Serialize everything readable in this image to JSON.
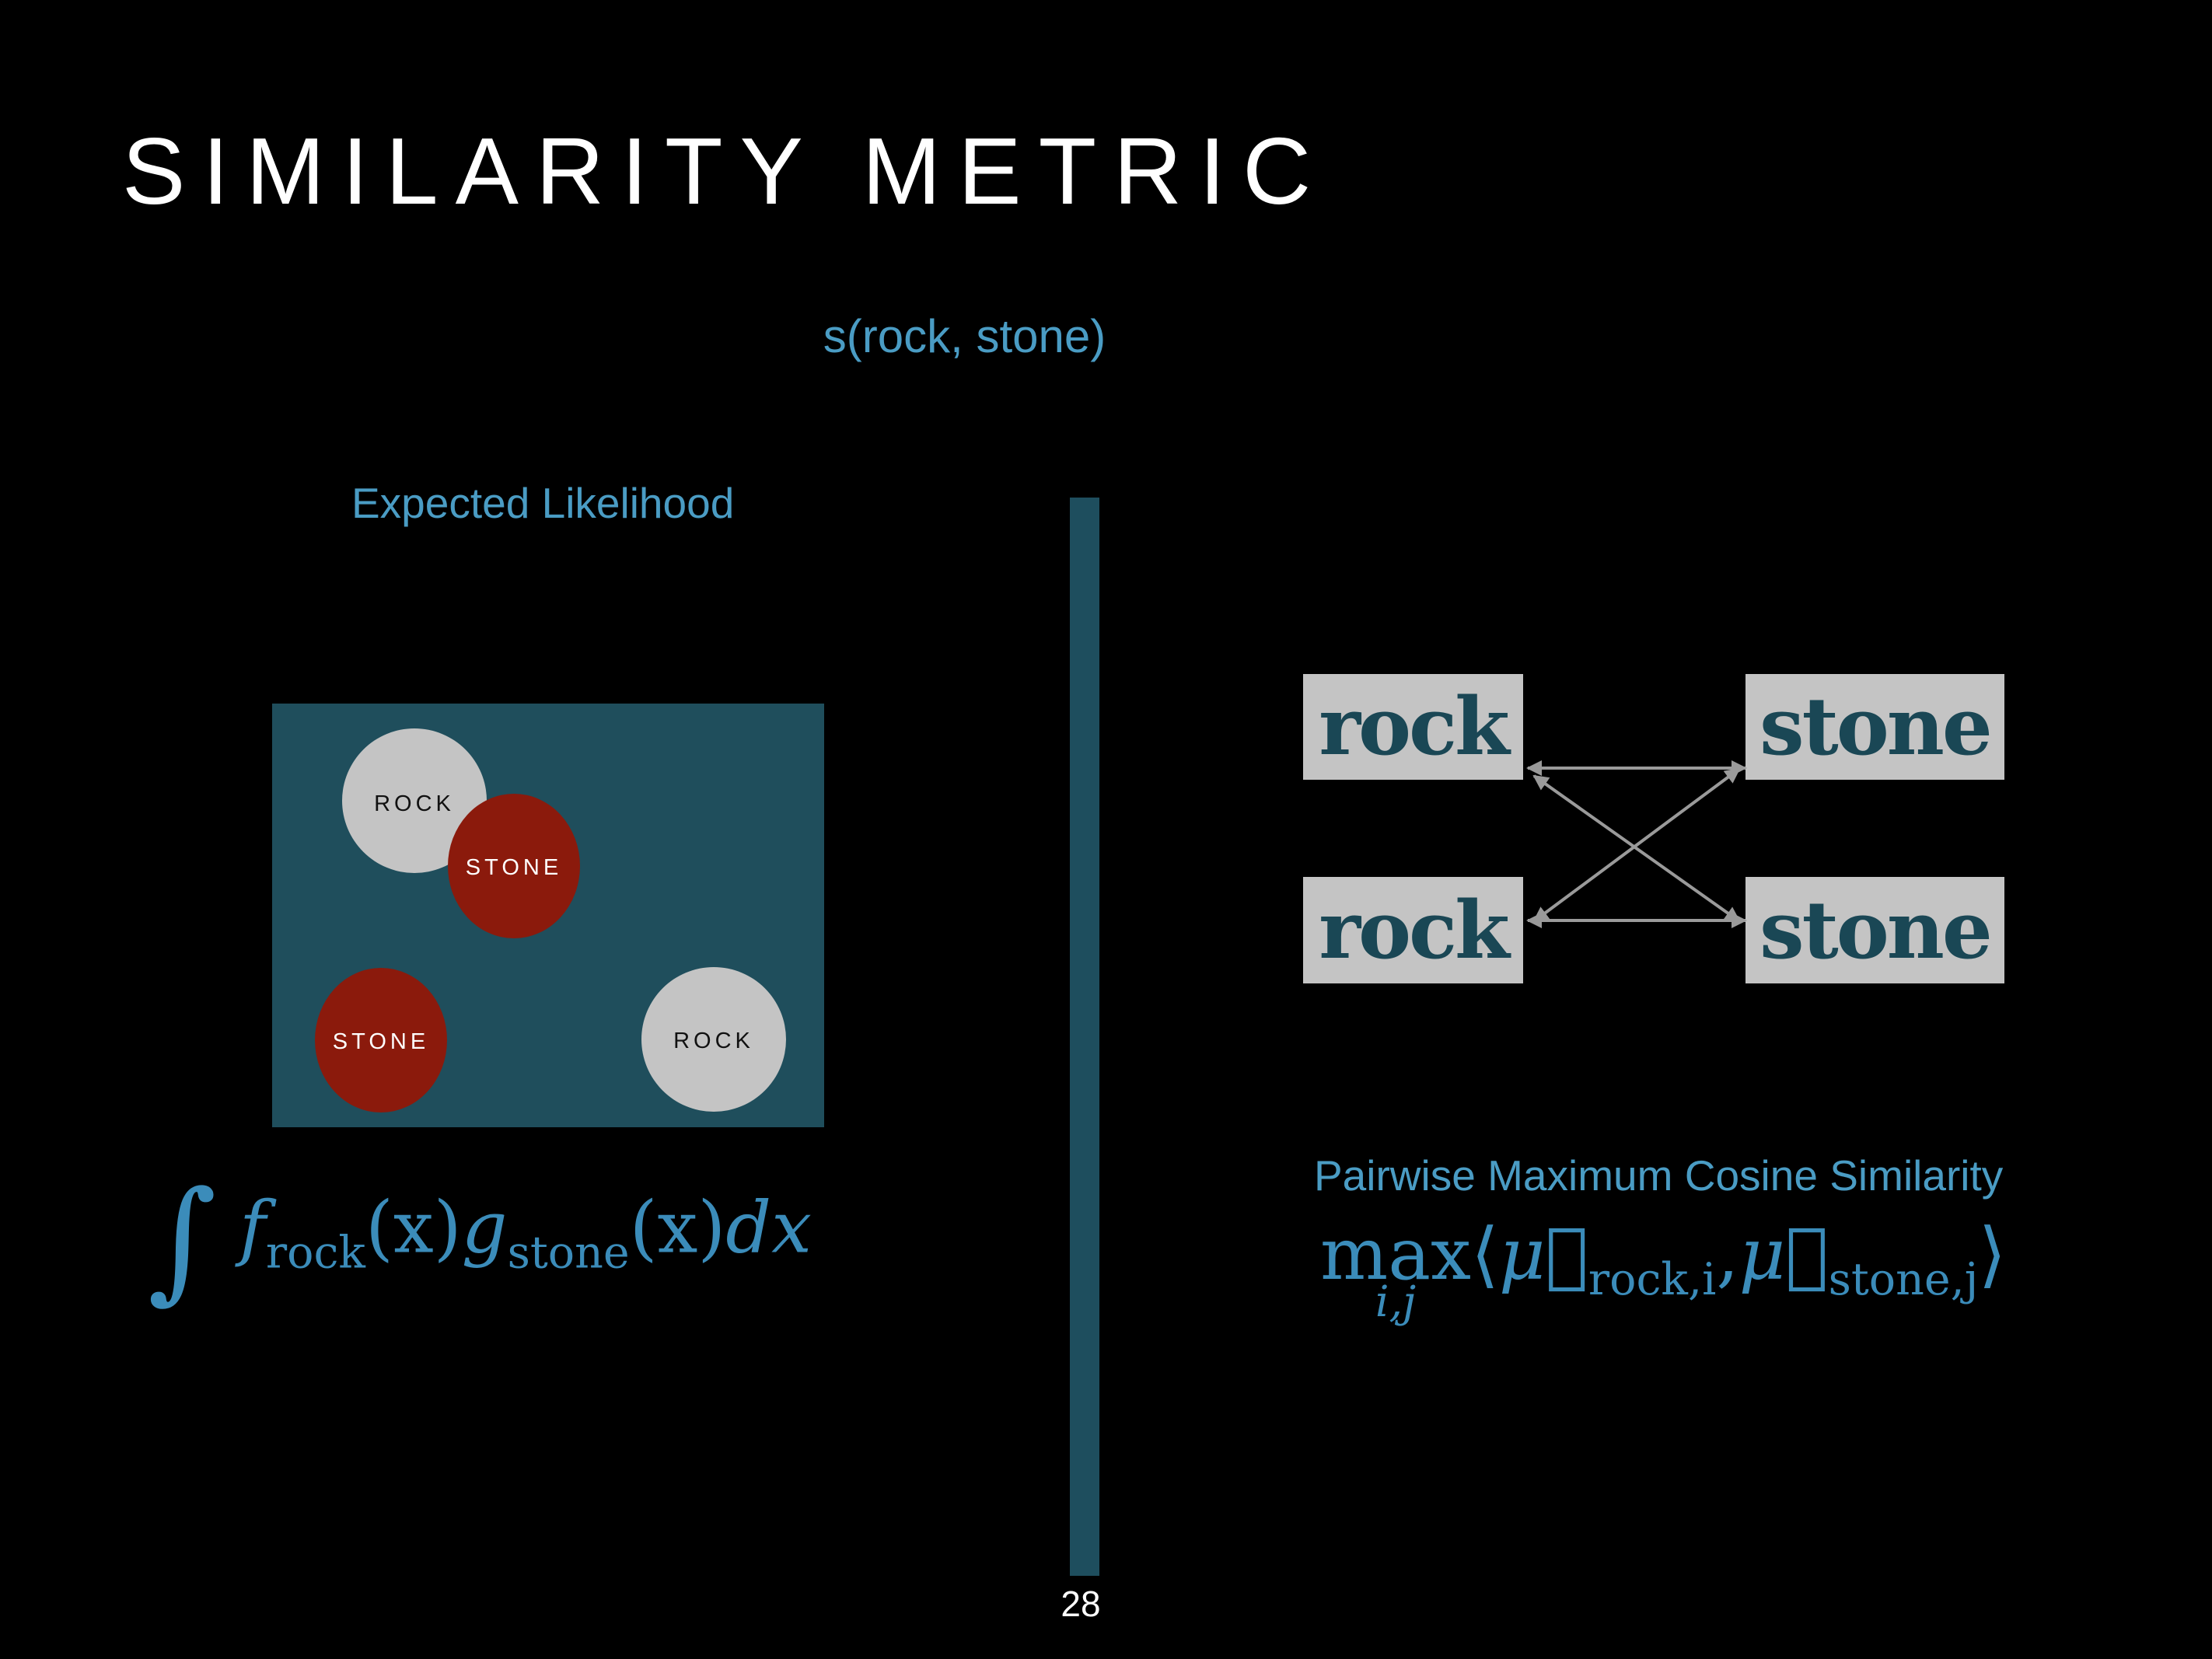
{
  "slide": {
    "title": "SIMILARITY METRIC",
    "subtitle": "s(rock, stone)",
    "page_number": "28"
  },
  "left": {
    "label": "Expected Likelihood",
    "panel_color": "#1f4e5c",
    "circles": [
      {
        "label": "ROCK",
        "fill": "#c4c4c4",
        "text_color": "#111111"
      },
      {
        "label": "STONE",
        "fill": "#8b1a0c",
        "text_color": "#ffffff"
      },
      {
        "label": "STONE",
        "fill": "#8b1a0c",
        "text_color": "#ffffff"
      },
      {
        "label": "ROCK",
        "fill": "#c4c4c4",
        "text_color": "#111111"
      }
    ],
    "formula": {
      "integral": "∫",
      "f": "f",
      "f_sub": "rock",
      "paren_x_1": "(x)",
      "g": "g",
      "g_sub": "stone",
      "paren_x_2": "(x)",
      "dx": "dx"
    }
  },
  "right": {
    "label": "Pairwise Maximum Cosine Similarity",
    "boxes": {
      "top_left": "rock",
      "top_right": "stone",
      "bottom_left": "rock",
      "bottom_right": "stone"
    },
    "formula": {
      "max": "max",
      "max_sub": "i,j",
      "open": "⟨",
      "mu1": "μ⃗",
      "mu1_sub": "rock,i",
      "comma": ",",
      "mu2": "μ⃗",
      "mu2_sub": "stone,j",
      "close": "⟩"
    }
  },
  "colors": {
    "accent_blue": "#4a9cc4",
    "divider": "#1e4e5e",
    "arrow": "#9a9a9a"
  }
}
